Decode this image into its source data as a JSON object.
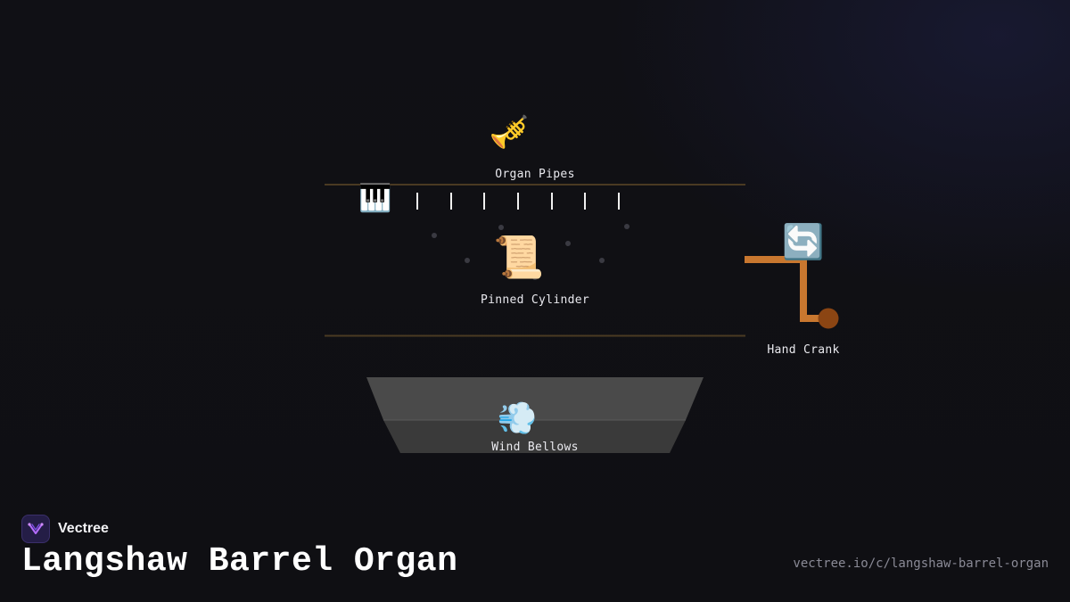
{
  "diagram": {
    "components": {
      "organ_pipes": {
        "label": "Organ Pipes",
        "icon": "trumpet-icon",
        "glyph": "🎺"
      },
      "keyboard": {
        "icon": "piano-keys-icon",
        "glyph": "🎹"
      },
      "pinned_cylinder": {
        "label": "Pinned Cylinder",
        "icon": "scroll-icon",
        "glyph": "📜"
      },
      "hand_crank": {
        "label": "Hand Crank",
        "icon": "cycle-arrows-icon",
        "glyph": "🔄"
      },
      "wind_bellows": {
        "label": "Wind Bellows",
        "icon": "wind-puff-icon",
        "glyph": "💨"
      }
    },
    "colors": {
      "frame_line": "#4a3a22",
      "crank_arm": "#c8772f",
      "crank_knob": "#8b4513",
      "bellows_top": "#4a4a4a",
      "bellows_bottom": "#3a3a3a",
      "pin_dot": "#3a3a42"
    }
  },
  "footer": {
    "brand_name": "Vectree",
    "title": "Langshaw Barrel Organ",
    "url": "vectree.io/c/langshaw-barrel-organ"
  }
}
